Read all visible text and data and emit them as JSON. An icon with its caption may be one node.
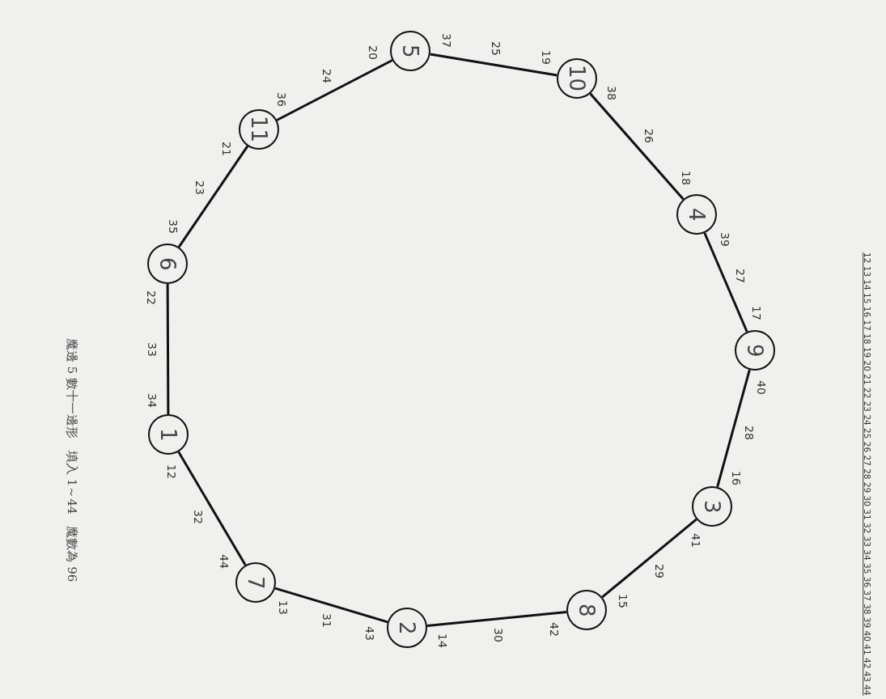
{
  "diagram": {
    "title": "魔邊 5 數十一邊形　填入 1～44　魔數為 96",
    "nodes": [
      {
        "text": [
          "1"
        ]
      },
      {
        "text": [
          "7"
        ]
      },
      {
        "text": [
          "2"
        ]
      },
      {
        "text": [
          "8"
        ]
      },
      {
        "text": [
          "3"
        ]
      },
      {
        "text": [
          "9"
        ]
      },
      {
        "text": [
          "4"
        ]
      },
      {
        "text": [
          "10"
        ]
      },
      {
        "text": [
          "5"
        ]
      },
      {
        "text": [
          "11"
        ]
      },
      {
        "text": [
          "6"
        ]
      }
    ],
    "edges": [
      {
        "from": 0,
        "to": 1,
        "arrow": "none",
        "label": "32"
      },
      {
        "from": 1,
        "to": 2,
        "arrow": "none",
        "label": "31"
      },
      {
        "from": 2,
        "to": 3,
        "arrow": "none",
        "label": "30"
      },
      {
        "from": 3,
        "to": 4,
        "arrow": "none",
        "label": "29"
      },
      {
        "from": 4,
        "to": 5,
        "arrow": "none",
        "label": "28"
      },
      {
        "from": 5,
        "to": 6,
        "arrow": "none",
        "label": "27"
      },
      {
        "from": 6,
        "to": 7,
        "arrow": "none",
        "label": "26"
      },
      {
        "from": 7,
        "to": 8,
        "arrow": "none",
        "label": "25"
      },
      {
        "from": 8,
        "to": 9,
        "arrow": "none",
        "label": "24"
      },
      {
        "from": 9,
        "to": 10,
        "arrow": "none",
        "label": "23"
      },
      {
        "from": 10,
        "to": 0,
        "arrow": "none",
        "label": "33"
      }
    ],
    "labels": [
      "12",
      "44",
      "13",
      "43",
      "14",
      "42",
      "15",
      "41",
      "16",
      "40",
      "17",
      "39",
      "18",
      "38",
      "19",
      "37",
      "20",
      "36",
      "21",
      "35",
      "22",
      "34",
      "12 13 14 15 16 17 18 19 20 21 22 23 24 25 26 27 28 29 30 31 32 33 34 35 36 37 38 39 40 41 42 43 44"
    ]
  }
}
